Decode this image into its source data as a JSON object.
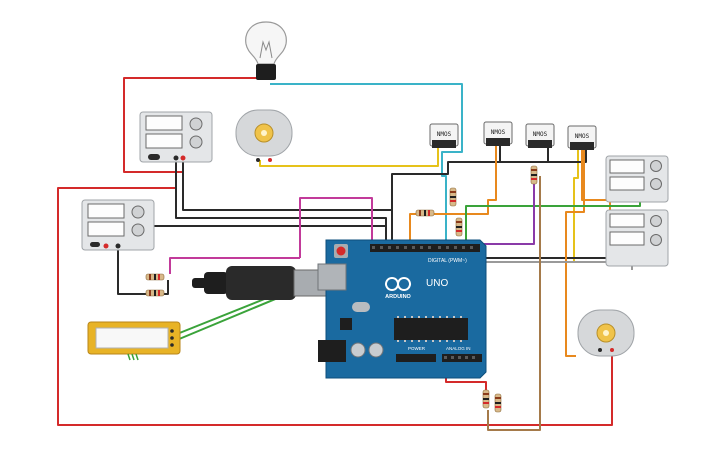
{
  "arduino": {
    "brand": "ARDUINO",
    "model": "UNO",
    "digital_label": "DIGITAL (PWM~)",
    "power_label": "POWER",
    "analog_label": "ANALOG IN",
    "board_color": "#1a6aa0"
  },
  "mosfets": [
    {
      "label": "NMOS"
    },
    {
      "label": "NMOS"
    },
    {
      "label": "NMOS"
    },
    {
      "label": "NMOS"
    }
  ],
  "wire_colors": {
    "red": "#d42a2a",
    "black": "#2a2a2a",
    "cyan": "#3ab3c8",
    "yellow": "#e6c21a",
    "orange": "#e8891e",
    "green": "#3aa33a",
    "purple": "#8a3aa8",
    "magenta": "#c23a9a",
    "gray": "#9a9a9a",
    "brown": "#a57a4a",
    "blue": "#2a6ac8"
  }
}
